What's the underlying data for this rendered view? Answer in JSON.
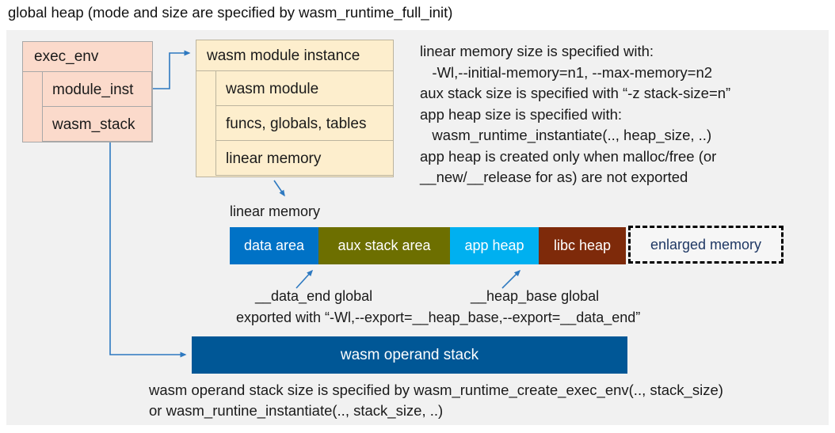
{
  "title": "global heap (mode and size are specified by wasm_runtime_full_init)",
  "exec_env": {
    "header": "exec_env",
    "rows": [
      {
        "label": "module_inst"
      },
      {
        "label": "wasm_stack"
      }
    ]
  },
  "module_instance": {
    "header": "wasm module instance",
    "rows": [
      {
        "label": "wasm module"
      },
      {
        "label": "funcs, globals, tables"
      },
      {
        "label": "linear memory"
      }
    ]
  },
  "notes_right": {
    "lines": [
      "linear memory size is specified with:",
      "   -Wl,--initial-memory=n1, --max-memory=n2",
      "aux stack size is specified with “-z stack-size=n”",
      "app heap size is specified with:",
      "   wasm_runtime_instantiate(.., heap_size, ..)",
      "app heap is created only when malloc/free (or",
      "__new/__release for as) are not exported"
    ]
  },
  "linear_memory": {
    "label": "linear memory",
    "segments": [
      {
        "label": "data area",
        "color": "#0072C6"
      },
      {
        "label": "aux stack area",
        "color": "#6D6F00"
      },
      {
        "label": "app heap",
        "color": "#00B0F0"
      },
      {
        "label": "libc heap",
        "color": "#7E2A0A"
      }
    ],
    "enlarged": {
      "label": "enlarged memory",
      "text_color": "#1F3864"
    }
  },
  "annotations": {
    "data_end": "__data_end global",
    "heap_base": "__heap_base global",
    "exported": "exported with “-Wl,--export=__heap_base,--export=__data_end”"
  },
  "operand_stack": {
    "label": "wasm operand stack",
    "color": "#005796"
  },
  "notes_bottom": {
    "lines": [
      "wasm operand stack size is specified by wasm_runtime_create_exec_env(.., stack_size)",
      "or wasm_runtine_instantiate(.., stack_size, ..)"
    ]
  },
  "colors": {
    "connector": "#2E79C0",
    "exec_env_fill": "#FBDACB",
    "module_instance_fill": "#FDEECD",
    "panel_background": "#F1F1F1"
  }
}
